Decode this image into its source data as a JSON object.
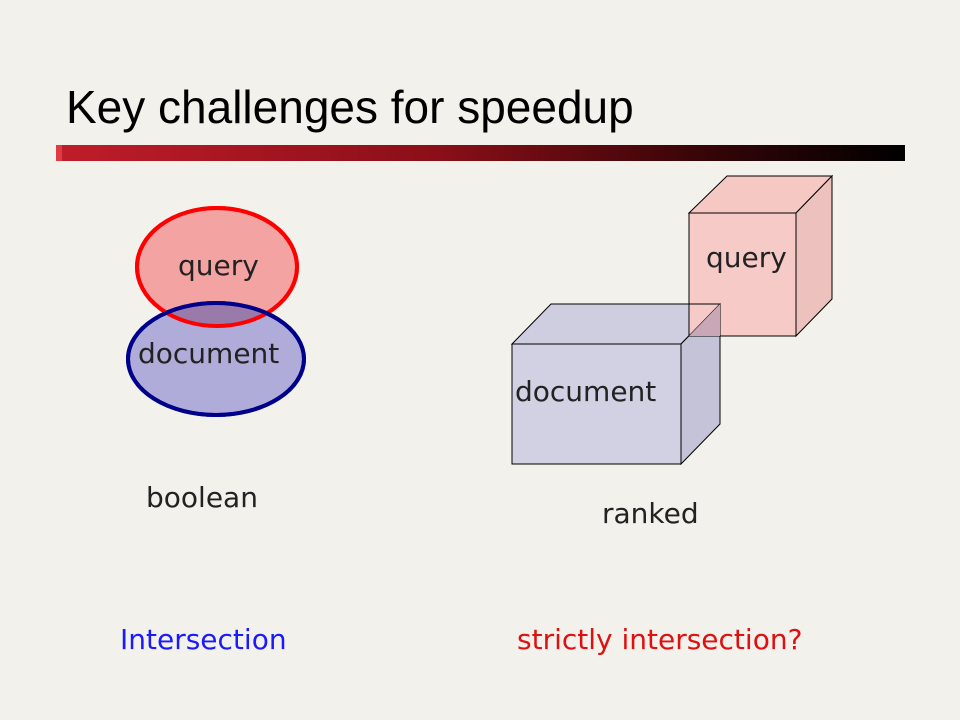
{
  "slide": {
    "title": "Key challenges for speedup",
    "left_diagram": {
      "query_label": "query",
      "document_label": "document",
      "caption": "boolean",
      "note": "Intersection"
    },
    "right_diagram": {
      "query_label": "query",
      "document_label": "document",
      "caption": "ranked",
      "note": "strictly intersection?"
    }
  },
  "colors": {
    "query_fill": "#f4a3a3",
    "query_stroke": "#ff0000",
    "document_fill": "#a9a6d8",
    "document_stroke": "#00008b",
    "note_left": "#1a1aff",
    "note_right": "#e01010",
    "cube_query_fill": "#f6c8c4",
    "cube_document_fill": "#cfcde0"
  }
}
